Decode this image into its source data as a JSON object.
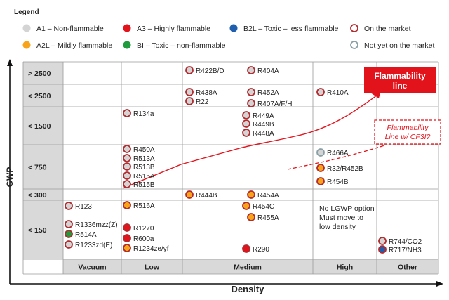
{
  "legend": {
    "title": "Legend",
    "items": [
      {
        "key": "A1",
        "label": "A1 – Non-flammable",
        "fill": "#d4d4d4"
      },
      {
        "key": "A3",
        "label": "A3 – Highly flammable",
        "fill": "#e3131b"
      },
      {
        "key": "B2L",
        "label": "B2L – Toxic – less flammable",
        "fill": "#1f5fae"
      },
      {
        "key": "A2L",
        "label": "A2L – Mildly flammable",
        "fill": "#f7a418"
      },
      {
        "key": "BI",
        "label": "BI – Toxic – non-flammable",
        "fill": "#1f9a3c"
      }
    ],
    "rings": [
      {
        "key": "market",
        "label": "On the market",
        "stroke": "#b22a2e"
      },
      {
        "key": "notyet",
        "label": "Not yet on the market",
        "stroke": "#8aa0a6"
      }
    ]
  },
  "chart_data": {
    "type": "scatter",
    "xlabel": "Density",
    "ylabel": "GWP",
    "x_categories": [
      "Vacuum",
      "Low",
      "Medium",
      "High",
      "Other"
    ],
    "y_categories": [
      "> 2500",
      "< 2500",
      "< 1500",
      "< 750",
      "< 300",
      "< 150"
    ],
    "grid": true,
    "points": [
      {
        "name": "R422B/D",
        "density": "Medium",
        "gwp": "> 2500",
        "class": "A1",
        "status": "market"
      },
      {
        "name": "R404A",
        "density": "Medium",
        "gwp": "> 2500",
        "class": "A1",
        "status": "market"
      },
      {
        "name": "R438A",
        "density": "Medium",
        "gwp": "< 2500",
        "class": "A1",
        "status": "market"
      },
      {
        "name": "R22",
        "density": "Medium",
        "gwp": "< 2500",
        "class": "A1",
        "status": "market"
      },
      {
        "name": "R452A",
        "density": "Medium",
        "gwp": "< 2500",
        "class": "A1",
        "status": "market"
      },
      {
        "name": "R407A/F/H",
        "density": "Medium",
        "gwp": "< 2500",
        "class": "A1",
        "status": "market"
      },
      {
        "name": "R410A",
        "density": "High",
        "gwp": "< 2500",
        "class": "A1",
        "status": "market"
      },
      {
        "name": "R134a",
        "density": "Low",
        "gwp": "< 1500",
        "class": "A1",
        "status": "market"
      },
      {
        "name": "R449A",
        "density": "Medium",
        "gwp": "< 1500",
        "class": "A1",
        "status": "market"
      },
      {
        "name": "R449B",
        "density": "Medium",
        "gwp": "< 1500",
        "class": "A1",
        "status": "market"
      },
      {
        "name": "R448A",
        "density": "Medium",
        "gwp": "< 1500",
        "class": "A1",
        "status": "market"
      },
      {
        "name": "R450A",
        "density": "Low",
        "gwp": "< 750",
        "class": "A1",
        "status": "market"
      },
      {
        "name": "R513A",
        "density": "Low",
        "gwp": "< 750",
        "class": "A1",
        "status": "market"
      },
      {
        "name": "R513B",
        "density": "Low",
        "gwp": "< 750",
        "class": "A1",
        "status": "market"
      },
      {
        "name": "R515A",
        "density": "Low",
        "gwp": "< 750",
        "class": "A1",
        "status": "market"
      },
      {
        "name": "R515B",
        "density": "Low",
        "gwp": "< 750",
        "class": "A1",
        "status": "market"
      },
      {
        "name": "R466A",
        "density": "High",
        "gwp": "< 750",
        "class": "A1",
        "status": "notyet"
      },
      {
        "name": "R32/R452B",
        "density": "High",
        "gwp": "< 750",
        "class": "A2L",
        "status": "market"
      },
      {
        "name": "R454B",
        "density": "High",
        "gwp": "< 750",
        "class": "A2L",
        "status": "market"
      },
      {
        "name": "R444B",
        "density": "Medium",
        "gwp": "< 300",
        "class": "A2L",
        "status": "market"
      },
      {
        "name": "R454A",
        "density": "Medium",
        "gwp": "< 300",
        "class": "A2L",
        "status": "market"
      },
      {
        "name": "R123",
        "density": "Vacuum",
        "gwp": "< 150",
        "class": "A1",
        "status": "market"
      },
      {
        "name": "R1336mzz(Z)",
        "density": "Vacuum",
        "gwp": "< 150",
        "class": "A1",
        "status": "market"
      },
      {
        "name": "R514A",
        "density": "Vacuum",
        "gwp": "< 150",
        "class": "BI",
        "status": "market"
      },
      {
        "name": "R1233zd(E)",
        "density": "Vacuum",
        "gwp": "< 150",
        "class": "A1",
        "status": "market"
      },
      {
        "name": "R516A",
        "density": "Low",
        "gwp": "< 150",
        "class": "A2L",
        "status": "market"
      },
      {
        "name": "R1270",
        "density": "Low",
        "gwp": "< 150",
        "class": "A3",
        "status": "market"
      },
      {
        "name": "R600a",
        "density": "Low",
        "gwp": "< 150",
        "class": "A3",
        "status": "market"
      },
      {
        "name": "R1234ze/yf",
        "density": "Low",
        "gwp": "< 150",
        "class": "A2L",
        "status": "market"
      },
      {
        "name": "R454C",
        "density": "Medium",
        "gwp": "< 150",
        "class": "A2L",
        "status": "market"
      },
      {
        "name": "R455A",
        "density": "Medium",
        "gwp": "< 150",
        "class": "A2L",
        "status": "market"
      },
      {
        "name": "R290",
        "density": "Medium",
        "gwp": "< 150",
        "class": "A3",
        "status": "market"
      },
      {
        "name": "R744/CO2",
        "density": "Other",
        "gwp": "< 150",
        "class": "A1",
        "status": "market"
      },
      {
        "name": "R717/NH3",
        "density": "Other",
        "gwp": "< 150",
        "class": "B2L",
        "status": "market"
      }
    ],
    "annotations": [
      {
        "key": "flam",
        "text": [
          "Flammability",
          "line"
        ]
      },
      {
        "key": "cf3i",
        "text": [
          "Flammability",
          "Line w/ CF3I?"
        ]
      },
      {
        "key": "nolgwp",
        "text": [
          "No LGWP option",
          "Must move to",
          "low density"
        ]
      }
    ]
  }
}
